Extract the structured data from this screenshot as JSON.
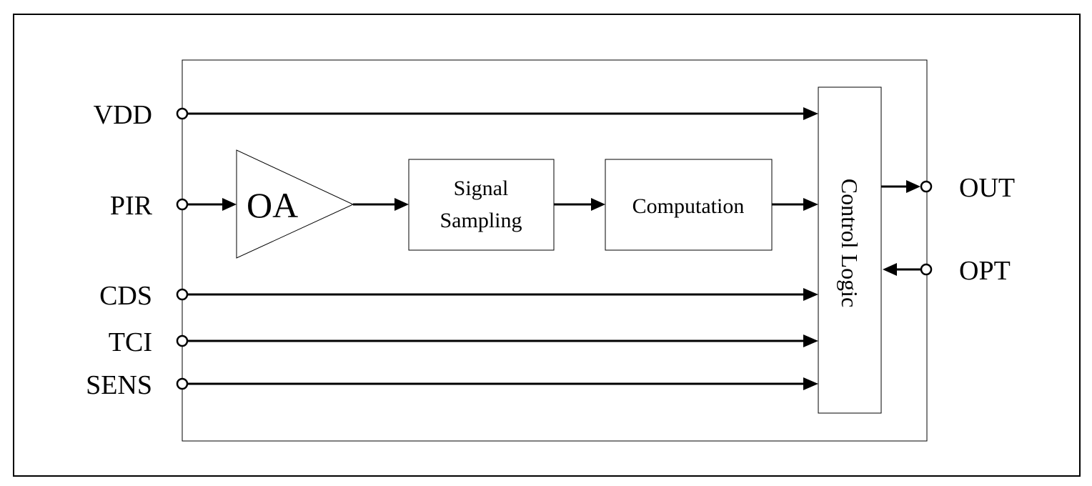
{
  "pins": {
    "vdd": "VDD",
    "pir": "PIR",
    "cds": "CDS",
    "tci": "TCI",
    "sens": "SENS",
    "out": "OUT",
    "opt": "OPT"
  },
  "blocks": {
    "amplifier": "OA",
    "signal_sampling_line1": "Signal",
    "signal_sampling_line2": "Sampling",
    "computation": "Computation",
    "control_logic": "Control Logic"
  }
}
